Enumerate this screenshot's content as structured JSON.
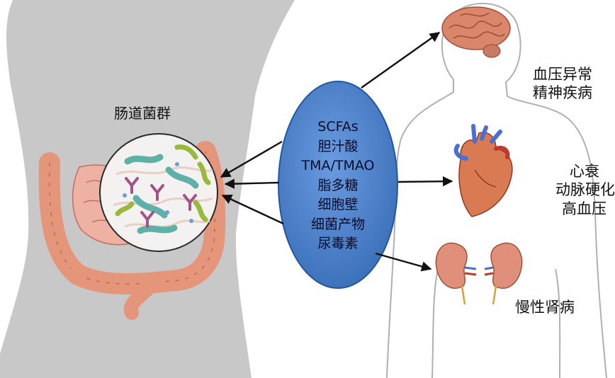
{
  "gut": {
    "title": "肠道菌群"
  },
  "mediators": {
    "items": [
      "SCFAs",
      "胆汁酸",
      "TMA/TMAO",
      "脂多糖",
      "细胞壁",
      "细菌产物",
      "尿毒素"
    ]
  },
  "outcomes": {
    "brain": [
      "血压异常",
      "精神疾病"
    ],
    "heart": [
      "心衰",
      "动脉硬化",
      "高血压"
    ],
    "kidney": [
      "慢性肾病"
    ]
  },
  "colors": {
    "silhouette": "#c8c8c8",
    "body_outline": "#b0b0b0",
    "intestine": "#e5967a",
    "ellipse": "#4a7fc8",
    "ellipse_stroke": "#23589e",
    "arrow": "#111111",
    "brain": "#d9866a",
    "heart": "#c0392b",
    "kidney": "#e0907a"
  }
}
